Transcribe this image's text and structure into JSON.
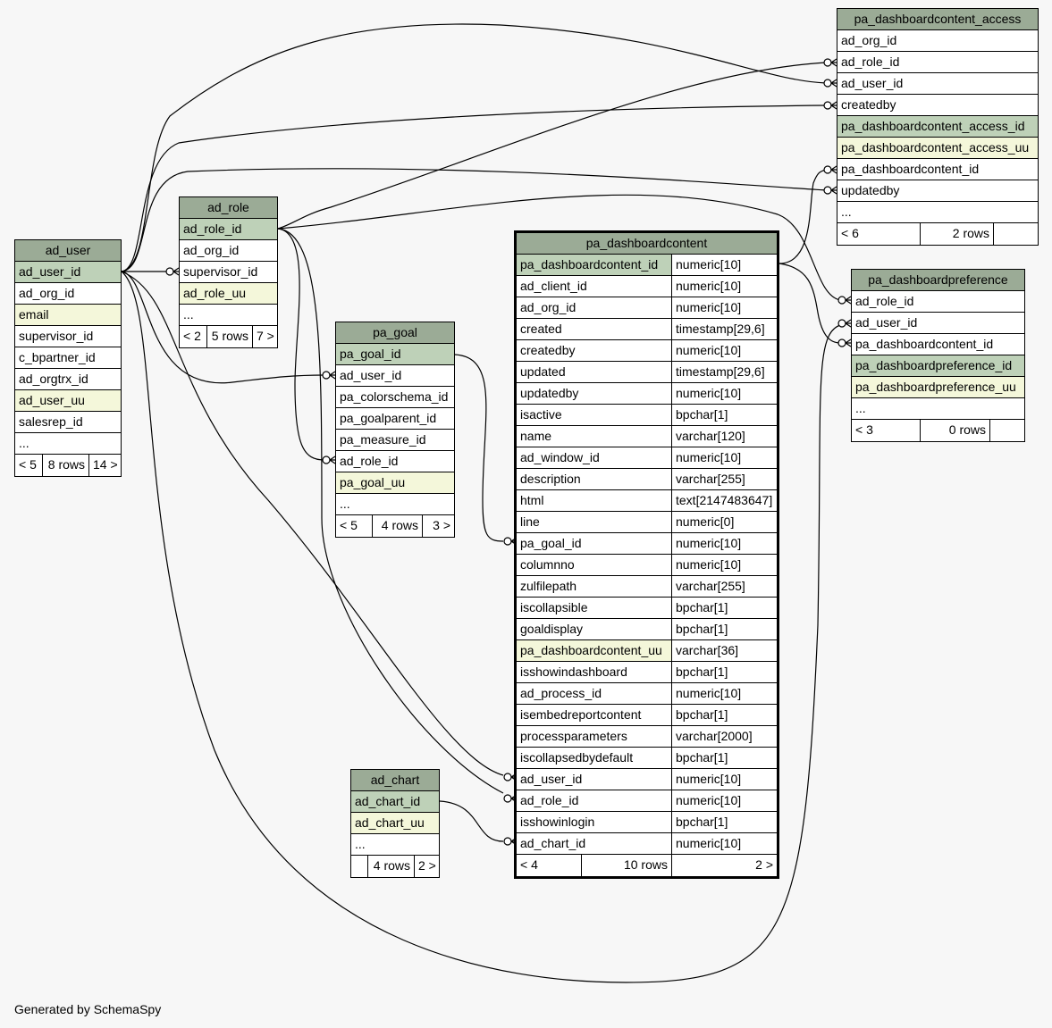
{
  "footer": "Generated by SchemaSpy",
  "tables": [
    {
      "id": "ad_user",
      "name": "ad_user",
      "cols": [
        {
          "name": "ad_user_id",
          "kind": "pk"
        },
        {
          "name": "ad_org_id",
          "kind": ""
        },
        {
          "name": "email",
          "kind": "idx"
        },
        {
          "name": "supervisor_id",
          "kind": ""
        },
        {
          "name": "c_bpartner_id",
          "kind": ""
        },
        {
          "name": "ad_orgtrx_id",
          "kind": ""
        },
        {
          "name": "ad_user_uu",
          "kind": "idx"
        },
        {
          "name": "salesrep_id",
          "kind": ""
        },
        {
          "name": "...",
          "kind": ""
        }
      ],
      "footer": [
        "< 5",
        "8 rows",
        "14 >"
      ]
    },
    {
      "id": "ad_role",
      "name": "ad_role",
      "cols": [
        {
          "name": "ad_role_id",
          "kind": "pk"
        },
        {
          "name": "ad_org_id",
          "kind": ""
        },
        {
          "name": "supervisor_id",
          "kind": ""
        },
        {
          "name": "ad_role_uu",
          "kind": "idx"
        },
        {
          "name": "...",
          "kind": ""
        }
      ],
      "footer": [
        "< 2",
        "5 rows",
        "7 >"
      ]
    },
    {
      "id": "pa_goal",
      "name": "pa_goal",
      "cols": [
        {
          "name": "pa_goal_id",
          "kind": "pk"
        },
        {
          "name": "ad_user_id",
          "kind": ""
        },
        {
          "name": "pa_colorschema_id",
          "kind": ""
        },
        {
          "name": "pa_goalparent_id",
          "kind": ""
        },
        {
          "name": "pa_measure_id",
          "kind": ""
        },
        {
          "name": "ad_role_id",
          "kind": ""
        },
        {
          "name": "pa_goal_uu",
          "kind": "idx"
        },
        {
          "name": "...",
          "kind": ""
        }
      ],
      "footer": [
        "< 5",
        "4 rows",
        "3 >"
      ]
    },
    {
      "id": "ad_chart",
      "name": "ad_chart",
      "cols": [
        {
          "name": "ad_chart_id",
          "kind": "pk"
        },
        {
          "name": "ad_chart_uu",
          "kind": "idx"
        },
        {
          "name": "...",
          "kind": ""
        }
      ],
      "footer": [
        "",
        "4 rows",
        "2 >"
      ]
    },
    {
      "id": "pa_dashboardcontent",
      "name": "pa_dashboardcontent",
      "cols": [
        {
          "name": "pa_dashboardcontent_id",
          "type": "numeric[10]",
          "kind": "pk"
        },
        {
          "name": "ad_client_id",
          "type": "numeric[10]",
          "kind": ""
        },
        {
          "name": "ad_org_id",
          "type": "numeric[10]",
          "kind": ""
        },
        {
          "name": "created",
          "type": "timestamp[29,6]",
          "kind": ""
        },
        {
          "name": "createdby",
          "type": "numeric[10]",
          "kind": ""
        },
        {
          "name": "updated",
          "type": "timestamp[29,6]",
          "kind": ""
        },
        {
          "name": "updatedby",
          "type": "numeric[10]",
          "kind": ""
        },
        {
          "name": "isactive",
          "type": "bpchar[1]",
          "kind": ""
        },
        {
          "name": "name",
          "type": "varchar[120]",
          "kind": ""
        },
        {
          "name": "ad_window_id",
          "type": "numeric[10]",
          "kind": ""
        },
        {
          "name": "description",
          "type": "varchar[255]",
          "kind": ""
        },
        {
          "name": "html",
          "type": "text[2147483647]",
          "kind": ""
        },
        {
          "name": "line",
          "type": "numeric[0]",
          "kind": ""
        },
        {
          "name": "pa_goal_id",
          "type": "numeric[10]",
          "kind": ""
        },
        {
          "name": "columnno",
          "type": "numeric[10]",
          "kind": ""
        },
        {
          "name": "zulfilepath",
          "type": "varchar[255]",
          "kind": ""
        },
        {
          "name": "iscollapsible",
          "type": "bpchar[1]",
          "kind": ""
        },
        {
          "name": "goaldisplay",
          "type": "bpchar[1]",
          "kind": ""
        },
        {
          "name": "pa_dashboardcontent_uu",
          "type": "varchar[36]",
          "kind": "idx"
        },
        {
          "name": "isshowindashboard",
          "type": "bpchar[1]",
          "kind": ""
        },
        {
          "name": "ad_process_id",
          "type": "numeric[10]",
          "kind": ""
        },
        {
          "name": "isembedreportcontent",
          "type": "bpchar[1]",
          "kind": ""
        },
        {
          "name": "processparameters",
          "type": "varchar[2000]",
          "kind": ""
        },
        {
          "name": "iscollapsedbydefault",
          "type": "bpchar[1]",
          "kind": ""
        },
        {
          "name": "ad_user_id",
          "type": "numeric[10]",
          "kind": ""
        },
        {
          "name": "ad_role_id",
          "type": "numeric[10]",
          "kind": ""
        },
        {
          "name": "isshowinlogin",
          "type": "bpchar[1]",
          "kind": ""
        },
        {
          "name": "ad_chart_id",
          "type": "numeric[10]",
          "kind": ""
        }
      ],
      "footer": [
        "< 4",
        "10 rows",
        "2 >"
      ]
    },
    {
      "id": "pa_dashboardcontent_access",
      "name": "pa_dashboardcontent_access",
      "cols": [
        {
          "name": "ad_org_id",
          "kind": ""
        },
        {
          "name": "ad_role_id",
          "kind": ""
        },
        {
          "name": "ad_user_id",
          "kind": ""
        },
        {
          "name": "createdby",
          "kind": ""
        },
        {
          "name": "pa_dashboardcontent_access_id",
          "kind": "pk"
        },
        {
          "name": "pa_dashboardcontent_access_uu",
          "kind": "idx"
        },
        {
          "name": "pa_dashboardcontent_id",
          "kind": ""
        },
        {
          "name": "updatedby",
          "kind": ""
        },
        {
          "name": "...",
          "kind": ""
        }
      ],
      "footer": [
        "< 6",
        "2 rows",
        ""
      ]
    },
    {
      "id": "pa_dashboardpreference",
      "name": "pa_dashboardpreference",
      "cols": [
        {
          "name": "ad_role_id",
          "kind": ""
        },
        {
          "name": "ad_user_id",
          "kind": ""
        },
        {
          "name": "pa_dashboardcontent_id",
          "kind": ""
        },
        {
          "name": "pa_dashboardpreference_id",
          "kind": "pk"
        },
        {
          "name": "pa_dashboardpreference_uu",
          "kind": "idx"
        },
        {
          "name": "...",
          "kind": ""
        }
      ],
      "footer": [
        "< 3",
        "0 rows",
        ""
      ]
    }
  ]
}
